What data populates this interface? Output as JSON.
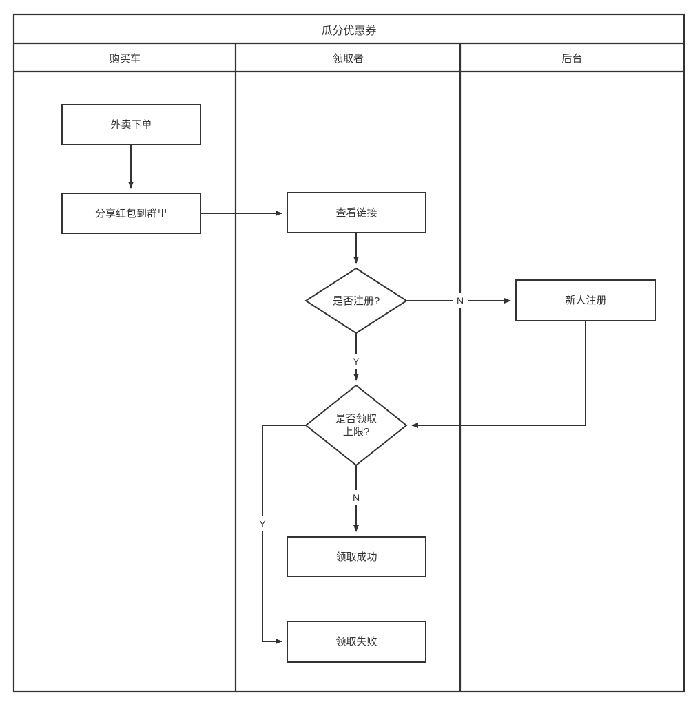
{
  "diagram": {
    "type": "swimlane-flowchart",
    "pool_title": "瓜分优惠券",
    "stroke_color": "#333333",
    "fill_color": "#ffffff",
    "background": "#ffffff",
    "lanes": [
      {
        "id": "lane-buyer",
        "label": "购买车"
      },
      {
        "id": "lane-receiver",
        "label": "领取者"
      },
      {
        "id": "lane-backend",
        "label": "后台"
      }
    ],
    "nodes": [
      {
        "id": "n1",
        "lane": "lane-buyer",
        "shape": "process",
        "label": "外卖下单"
      },
      {
        "id": "n2",
        "lane": "lane-buyer",
        "shape": "process",
        "label": "分享红包到群里"
      },
      {
        "id": "n3",
        "lane": "lane-receiver",
        "shape": "process",
        "label": "查看链接"
      },
      {
        "id": "n4",
        "lane": "lane-receiver",
        "shape": "decision",
        "label": "是否注册?"
      },
      {
        "id": "n5",
        "lane": "lane-backend",
        "shape": "process",
        "label": "新人注册"
      },
      {
        "id": "n6",
        "lane": "lane-receiver",
        "shape": "decision",
        "label": "是否领取\n上限?"
      },
      {
        "id": "n7",
        "lane": "lane-receiver",
        "shape": "process",
        "label": "领取成功"
      },
      {
        "id": "n8",
        "lane": "lane-receiver",
        "shape": "process",
        "label": "领取失败"
      }
    ],
    "edges": [
      {
        "id": "e1",
        "from": "n1",
        "to": "n2",
        "label": ""
      },
      {
        "id": "e2",
        "from": "n2",
        "to": "n3",
        "label": ""
      },
      {
        "id": "e3",
        "from": "n3",
        "to": "n4",
        "label": ""
      },
      {
        "id": "e4",
        "from": "n4",
        "to": "n5",
        "label": "N"
      },
      {
        "id": "e5",
        "from": "n4",
        "to": "n6",
        "label": "Y"
      },
      {
        "id": "e6",
        "from": "n5",
        "to": "n6",
        "label": ""
      },
      {
        "id": "e7",
        "from": "n6",
        "to": "n7",
        "label": "N"
      },
      {
        "id": "e8",
        "from": "n6",
        "to": "n8",
        "label": "Y"
      }
    ],
    "edge_labels": {
      "not_registered": "N",
      "registered": "Y",
      "not_limited": "N",
      "limited": "Y"
    }
  }
}
